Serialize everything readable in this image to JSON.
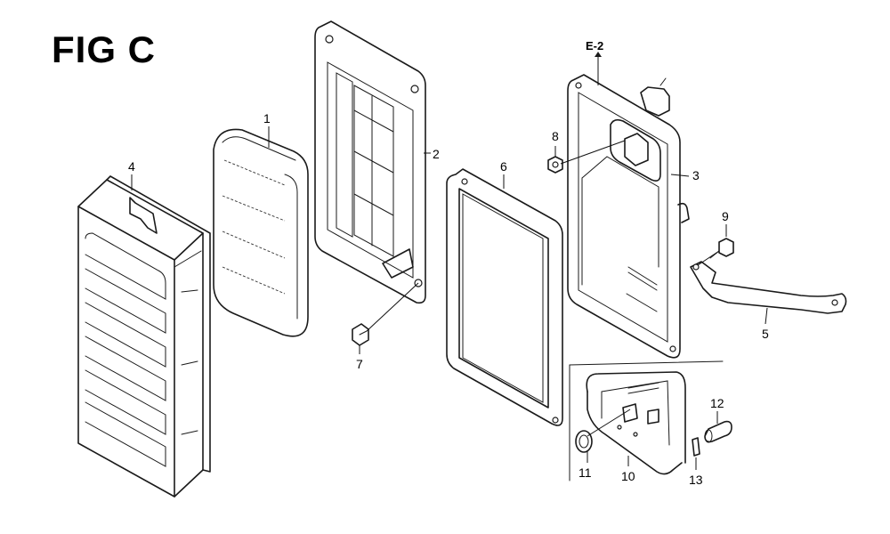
{
  "figure": {
    "title": "FIG C",
    "reference": "E-2"
  },
  "callouts": [
    {
      "id": "p1",
      "number": "1"
    },
    {
      "id": "p2",
      "number": "2"
    },
    {
      "id": "p3",
      "number": "3"
    },
    {
      "id": "p4",
      "number": "4"
    },
    {
      "id": "p5",
      "number": "5"
    },
    {
      "id": "p6",
      "number": "6"
    },
    {
      "id": "p7",
      "number": "7"
    },
    {
      "id": "p8",
      "number": "8"
    },
    {
      "id": "p9",
      "number": "9"
    },
    {
      "id": "p10",
      "number": "10"
    },
    {
      "id": "p11",
      "number": "11"
    },
    {
      "id": "p12",
      "number": "12"
    },
    {
      "id": "p13",
      "number": "13"
    }
  ]
}
